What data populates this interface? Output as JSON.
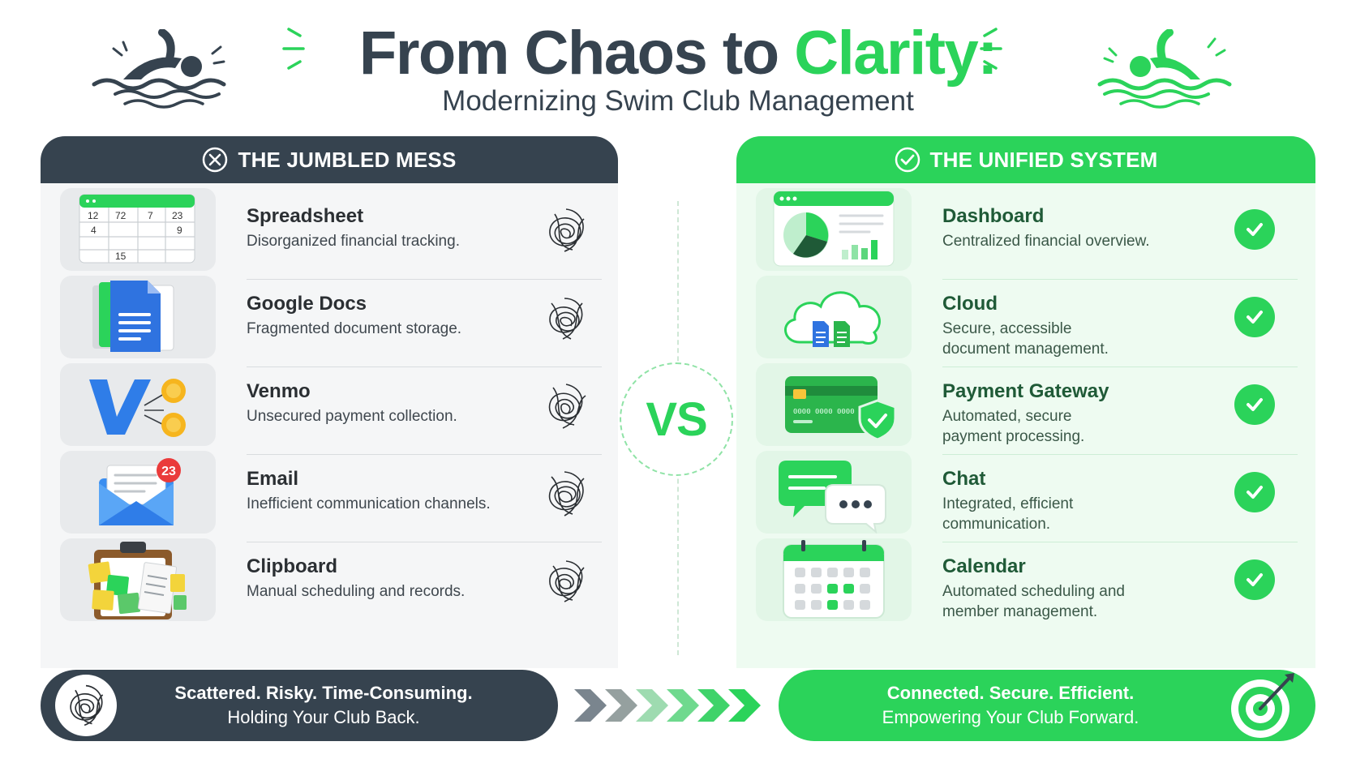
{
  "header": {
    "title_part1": "From Chaos to",
    "title_part2": "Clarity:",
    "subtitle": "Modernizing Swim Club Management"
  },
  "left_panel": {
    "heading": "THE JUMBLED MESS",
    "heading_icon": "x-circle-icon",
    "items": [
      {
        "name": "Spreadsheet",
        "desc": "Disorganized financial tracking.",
        "icon": "spreadsheet-icon",
        "cells": [
          "12",
          "72",
          "7",
          "23",
          "4",
          "9",
          "15"
        ]
      },
      {
        "name": "Google Docs",
        "desc": "Fragmented document storage.",
        "icon": "google-docs-icon"
      },
      {
        "name": "Venmo",
        "desc": "Unsecured payment collection.",
        "icon": "venmo-icon"
      },
      {
        "name": "Email",
        "desc": "Inefficient communication channels.",
        "icon": "email-icon",
        "badge": "23"
      },
      {
        "name": "Clipboard",
        "desc": "Manual scheduling and records.",
        "icon": "clipboard-icon"
      }
    ]
  },
  "right_panel": {
    "heading": "THE UNIFIED SYSTEM",
    "heading_icon": "check-circle-icon",
    "items": [
      {
        "name": "Dashboard",
        "desc": "Centralized financial overview.",
        "icon": "dashboard-icon"
      },
      {
        "name": "Cloud",
        "desc": "Secure, accessible",
        "desc2": "document management.",
        "icon": "cloud-icon"
      },
      {
        "name": "Payment Gateway",
        "desc": "Automated, secure",
        "desc2": "payment processing.",
        "icon": "credit-card-icon",
        "card_number": "0000 0000 0000"
      },
      {
        "name": "Chat",
        "desc": "Integrated, efficient",
        "desc2": "communication.",
        "icon": "chat-icon"
      },
      {
        "name": "Calendar",
        "desc": "Automated scheduling and",
        "desc2": "member management.",
        "icon": "calendar-icon"
      }
    ]
  },
  "vs_label": "VS",
  "footer_left": {
    "line1": "Scattered. Risky. Time-Consuming.",
    "line2": "Holding Your Club Back."
  },
  "footer_right": {
    "line1": "Connected. Secure. Efficient.",
    "line2": "Empowering Your Club Forward."
  },
  "colors": {
    "dark": "#36434f",
    "green": "#2bd35a",
    "dark_green": "#1f5a37",
    "left_bg": "#f5f6f7",
    "right_bg": "#eefbf1"
  }
}
